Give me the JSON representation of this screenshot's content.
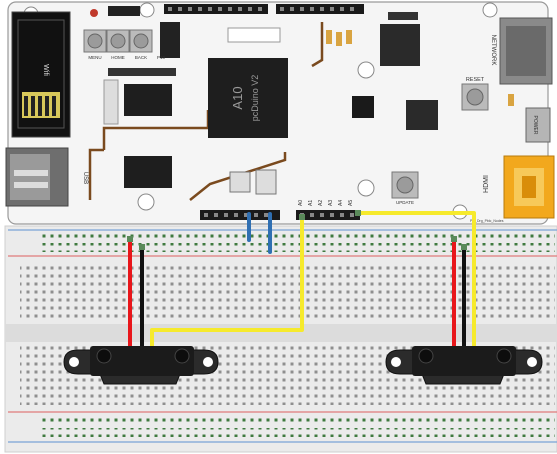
{
  "board": {
    "chip_brand": "A10",
    "chip_model": "pcDuino V2",
    "wifi_label": "Wifi",
    "usb_label": "USB",
    "network_label": "NETWORK",
    "hdmi_label": "HDMI",
    "reset_label": "RESET",
    "update_label": "UPDATE",
    "power_label": "POWER",
    "btn_labels": [
      "MENU",
      "HOME",
      "BACK"
    ],
    "p10_label": "P10",
    "analog_labels": [
      "A0",
      "A1",
      "A2",
      "A3",
      "A4",
      "A5"
    ],
    "dc_label": "Pin_Drg_Pblc_Nodes"
  },
  "sensors": [
    {
      "id": "sensor-left"
    },
    {
      "id": "sensor-right"
    }
  ],
  "wires": {
    "power_color": "#e8161b",
    "ground_color": "#111111",
    "signal_color": "#f6ea2c",
    "jumper_color": "#2f6fb2"
  },
  "colors": {
    "board": "#f4f4f4",
    "board_edge": "#9a9a9a",
    "trace": "#7a4a1e",
    "breadboard": "#ececec",
    "rail_red": "#e07b7b",
    "rail_blue": "#7aa3d6",
    "hdmi": "#f2a81d"
  }
}
